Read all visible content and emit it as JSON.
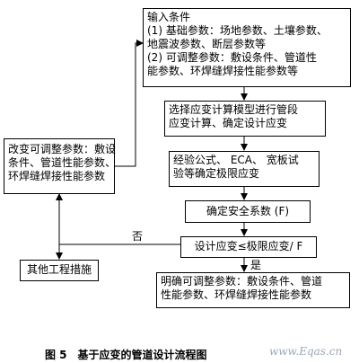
{
  "nodes": {
    "input": {
      "lines": [
        "输入条件",
        "(1) 基础参数：场地参数、土壤参数、",
        "地震波参数、断层参数等",
        "(2) 可调整参数：敷设条件、管道性",
        "能参数、环焊缝焊接性能参数等"
      ]
    },
    "model": {
      "lines": [
        "选择应变计算模型进行管段",
        "应变计算、确定设计应变"
      ]
    },
    "limit": {
      "lines": [
        "经验公式、 ECA、 宽板试",
        "验等确定极限应变"
      ]
    },
    "safety": {
      "lines": [
        "确定安全系数 (F)"
      ]
    },
    "check": {
      "lines": [
        "设计应变≤极限应变/ F"
      ]
    },
    "adjust": {
      "lines": [
        "改变可调整参数：敷设",
        "条件、管道性能参数、",
        "环焊缝焊接性能参数"
      ]
    },
    "other": {
      "lines": [
        "其他工程措施"
      ]
    },
    "confirm": {
      "lines": [
        "明确可调整参数：敷设条件、管道",
        "性能参数、环焊缝焊接性能参数"
      ]
    }
  },
  "labels": {
    "no": "否",
    "yes": "是"
  },
  "caption": "图 5　基于应变的管道设计流程图",
  "watermark": "www.Eqas.cn"
}
